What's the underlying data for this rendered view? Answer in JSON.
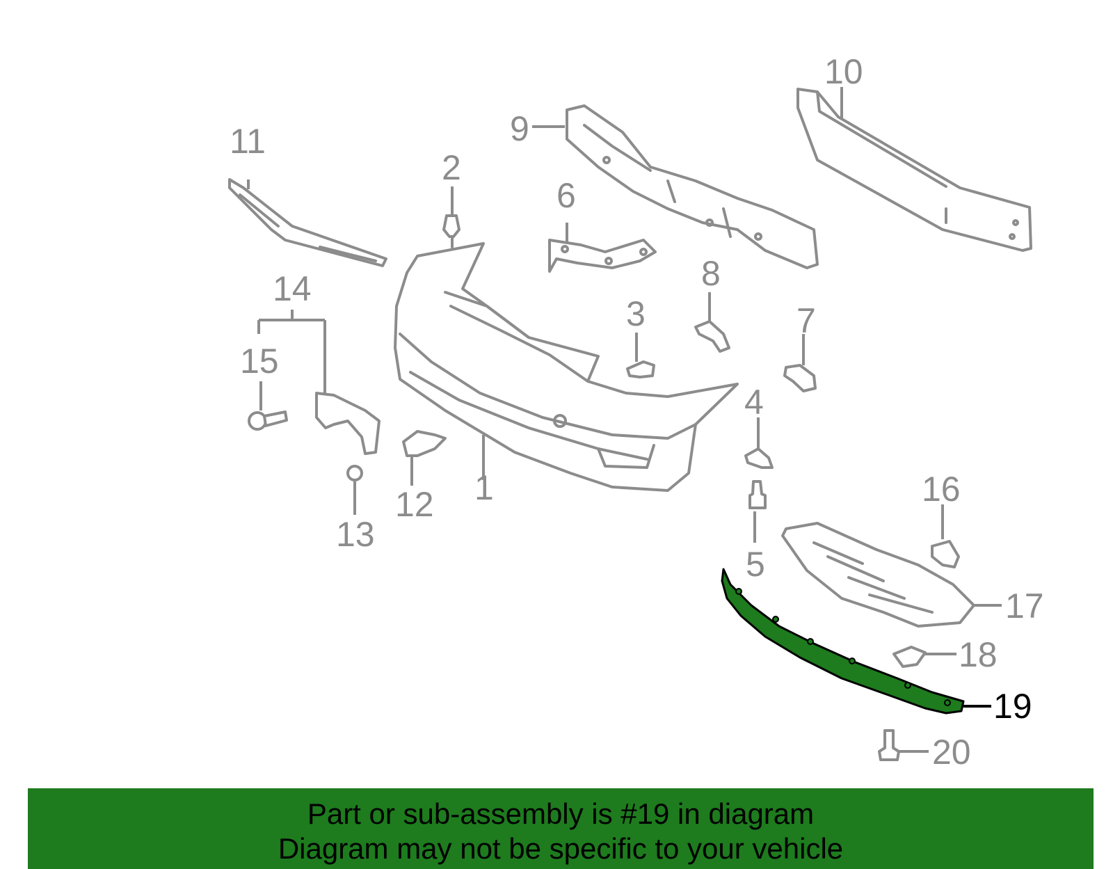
{
  "callouts": [
    {
      "id": "1",
      "text": "1"
    },
    {
      "id": "2",
      "text": "2"
    },
    {
      "id": "3",
      "text": "3"
    },
    {
      "id": "4",
      "text": "4"
    },
    {
      "id": "5",
      "text": "5"
    },
    {
      "id": "6",
      "text": "6"
    },
    {
      "id": "7",
      "text": "7"
    },
    {
      "id": "8",
      "text": "8"
    },
    {
      "id": "9",
      "text": "9"
    },
    {
      "id": "10",
      "text": "10"
    },
    {
      "id": "11",
      "text": "11"
    },
    {
      "id": "12",
      "text": "12"
    },
    {
      "id": "13",
      "text": "13"
    },
    {
      "id": "14",
      "text": "14"
    },
    {
      "id": "15",
      "text": "15"
    },
    {
      "id": "16",
      "text": "16"
    },
    {
      "id": "17",
      "text": "17"
    },
    {
      "id": "18",
      "text": "18"
    },
    {
      "id": "19",
      "text": "19"
    },
    {
      "id": "20",
      "text": "20"
    }
  ],
  "highlighted_part": "19",
  "colors": {
    "highlight_part": "#1e7b1e",
    "banner_background": "#1e7b1e",
    "part_outline": "#8c8c8c",
    "highlight_label": "#000000"
  },
  "banner": {
    "line1": "Part or sub-assembly is #19 in diagram",
    "line2": "Diagram may not be specific to your vehicle"
  }
}
